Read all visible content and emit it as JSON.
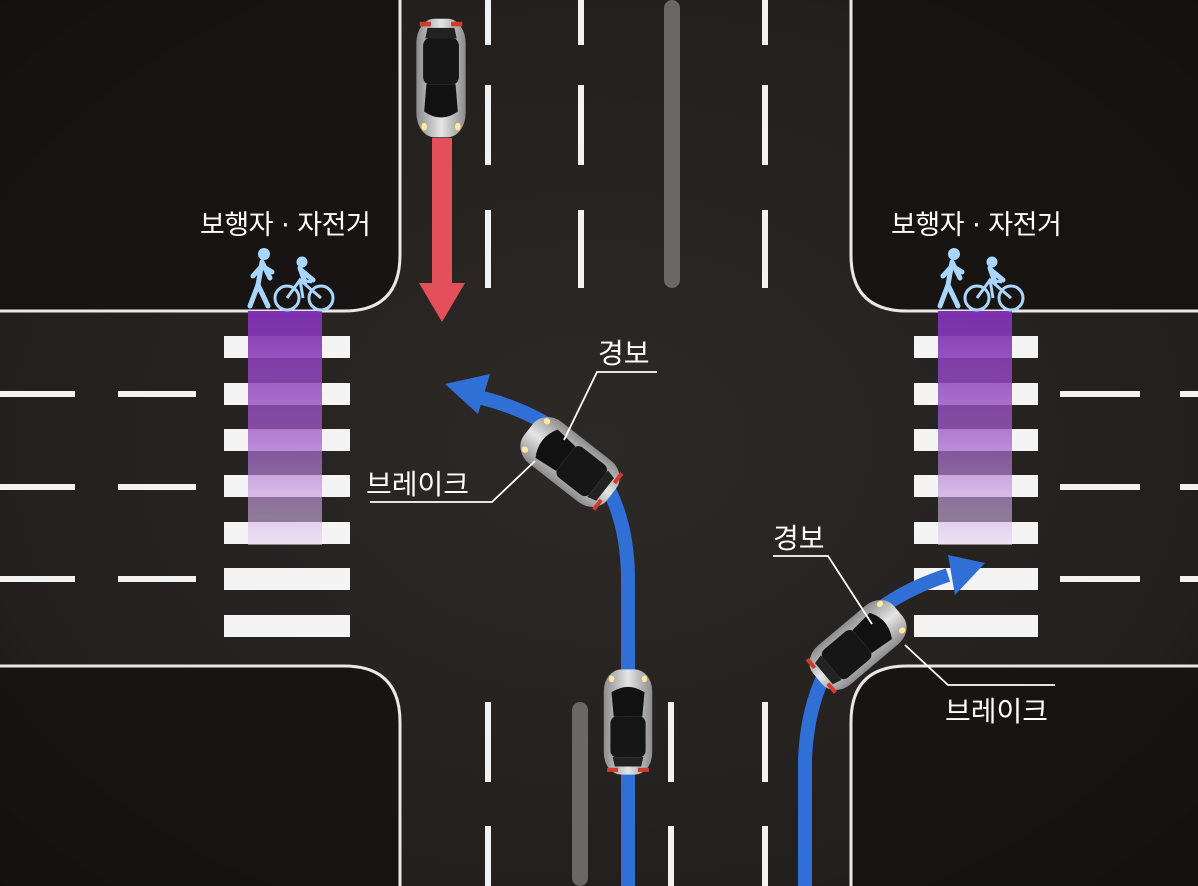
{
  "labels": {
    "ped_left": "보행자 · 자전거",
    "ped_right": "보행자 · 자전거",
    "warn_center": "경보",
    "brake_center": "브레이크",
    "warn_right": "경보",
    "brake_right": "브레이크"
  },
  "colors": {
    "road": "#2a2725",
    "corner": "#141110",
    "marking": "#f2f2f2",
    "oncoming_arrow": "#e4505a",
    "turn_arrow": "#2f6fd6",
    "ped_zone": "#8a3fb8",
    "pedestrian_icon": "#a9d6ff"
  },
  "icons": {
    "pedestrian": "walking-person-icon",
    "cyclist": "bicycle-rider-icon"
  }
}
